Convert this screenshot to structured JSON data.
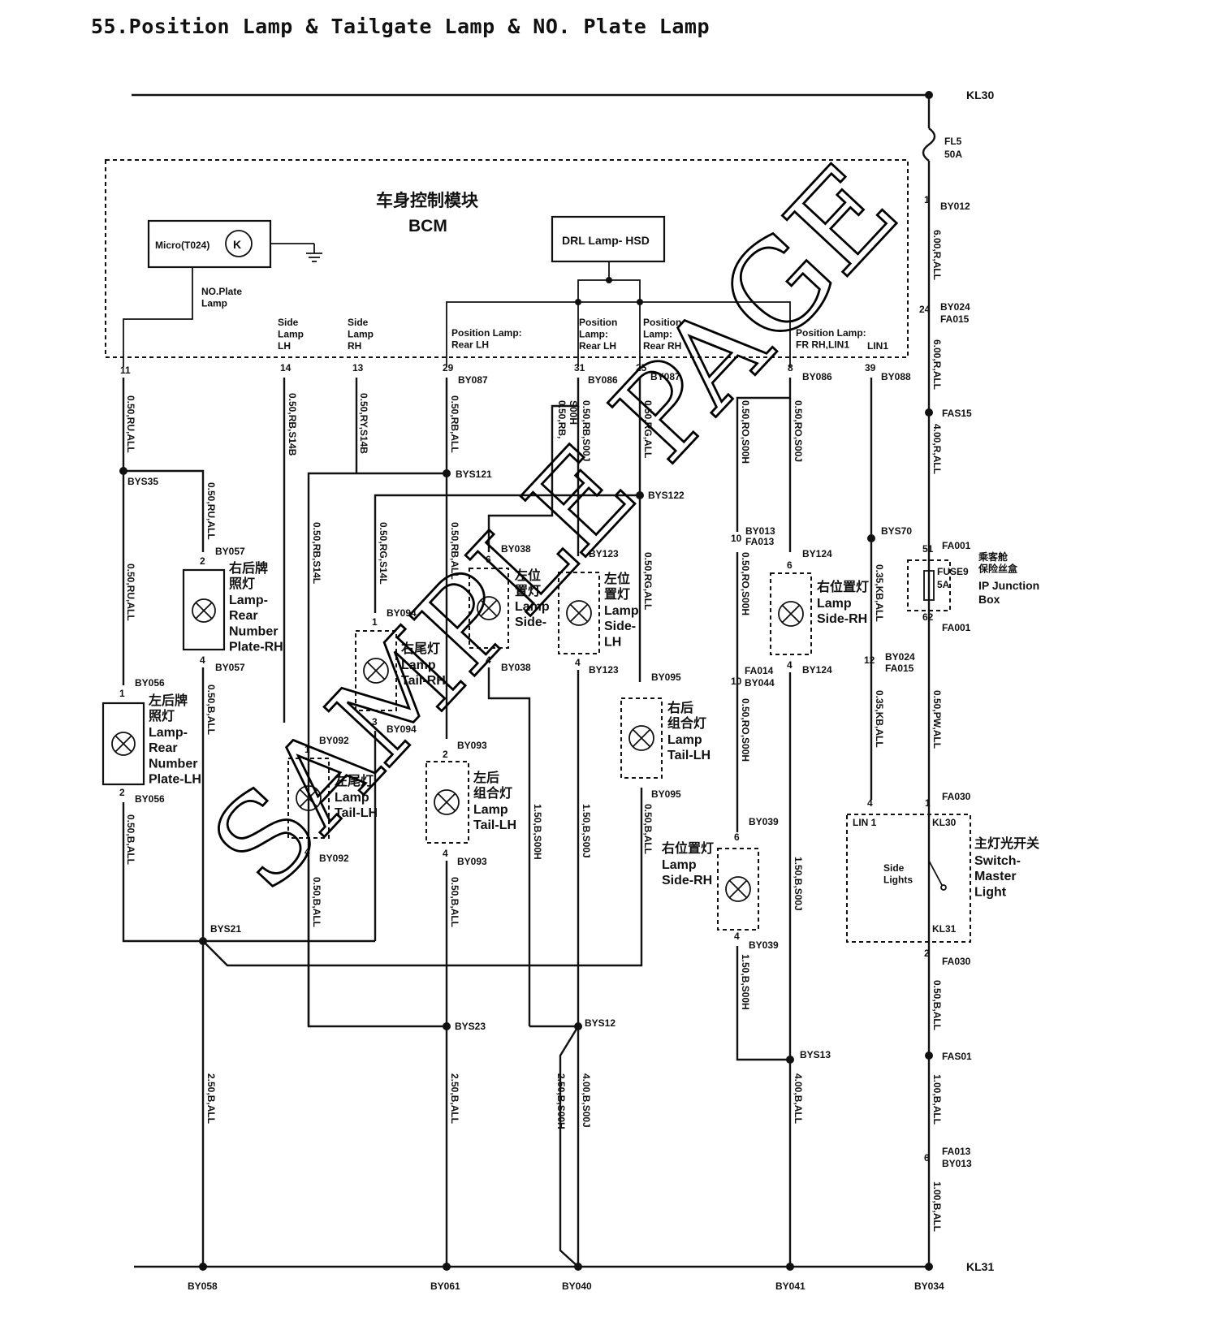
{
  "title": "55.Position Lamp & Tailgate Lamp & NO. Plate Lamp",
  "watermark": "SAMPLE PAGE",
  "rails": {
    "top": "KL30",
    "bottom": "KL31"
  },
  "fuse": {
    "id": "FL5",
    "rating": "50A"
  },
  "bcm": {
    "title_cn": "车身控制模块",
    "title_en": "BCM",
    "micro": "Micro(T024)",
    "micro_symbol": "K",
    "drl": "DRL Lamp- HSD"
  },
  "bcm_outputs": {
    "no_plate": "NO.Plate\nLamp",
    "side_lh": "Side\nLamp\nLH",
    "side_rh": "Side\nLamp\nRH",
    "pos_rear_lh": "Position Lamp:\nRear LH",
    "pos_lamp_rear_lh": "Position\nLamp:\nRear LH",
    "pos_lamp_rear_rh": "Position\nLamp:\nRear RH",
    "pos_fr_rh": "Position Lamp:\nFR RH,LIN1",
    "lin1": "LIN1"
  },
  "pins": [
    "11",
    "14",
    "13",
    "29",
    "31",
    "25",
    "8",
    "39",
    "1",
    "24",
    "51",
    "62",
    "12",
    "4",
    "1",
    "2",
    "6",
    "10",
    "10",
    "2",
    "4",
    "1",
    "2",
    "1",
    "3",
    "1",
    "4",
    "6",
    "4",
    "2",
    "4",
    "4",
    "6",
    "4",
    "6",
    "4"
  ],
  "connectors": [
    "BY012",
    "BY024",
    "FA015",
    "BY087",
    "BY086",
    "BY087",
    "BY086",
    "BY088",
    "FAS15",
    "FA001",
    "FA001",
    "BY024",
    "FA015",
    "FA030",
    "FA030",
    "FAS01",
    "FA013",
    "BY013",
    "FA013",
    "BY013",
    "FA014",
    "BY044",
    "BY057",
    "BY057",
    "BY056",
    "BY056",
    "BY094",
    "BY094",
    "BY092",
    "BY092",
    "BY093",
    "BY093",
    "BY038",
    "BY038",
    "BY123",
    "BY123",
    "BY124",
    "BY124",
    "BY095",
    "BY095",
    "BY039",
    "BY039"
  ],
  "splices": [
    "BYS35",
    "BYS121",
    "BYS122",
    "BYS70",
    "BYS21",
    "BYS23",
    "BYS12",
    "BYS13"
  ],
  "grounds": [
    "BY058",
    "BY061",
    "BY040",
    "BY041",
    "BY034"
  ],
  "wires": [
    "6.00,R,ALL",
    "6.00,R,ALL",
    "4.00,R,ALL",
    "0.35,KB,ALL",
    "0.35,KB,ALL",
    "0.50,PW,ALL",
    "0.50,B,ALL",
    "1.00,B,ALL",
    "1.00,B,ALL",
    "0.50,RU,ALL",
    "0.50,RU,ALL",
    "0.50,RU,ALL",
    "0.50,B,ALL",
    "0.50,B,ALL",
    "2.50,B,ALL",
    "0.50,RB,S14B",
    "0.50,RY,S14B",
    "0.50,RB,S14L",
    "0.50,RG,S14L",
    "0.50,B,ALL",
    "0.50,RB,ALL",
    "0.50,RB,ALL",
    "0.50,B,ALL",
    "2.50,B,ALL",
    "0.50,RB,\nS00H",
    "0.50,RB,S00J",
    "1.50,B,S00H",
    "1.50,B,S00J",
    "2.50,B,S00H",
    "4.00,B,S00J",
    "0.50,RG,ALL",
    "0.50,RG,ALL",
    "0.50,B,ALL",
    "0.50,RO,S00H",
    "0.50,RO,S00H",
    "0.50,RO,S00H",
    "1.50,B,S00H",
    "0.50,RO,S00J",
    "1.50,B,S00J",
    "4.00,B,ALL"
  ],
  "components": {
    "ip_fuse": {
      "cn": "乘客舱\n保险丝盒",
      "en": "IP Junction\nBox",
      "id": "FUSE9",
      "rating": "5A"
    },
    "switch": {
      "cn": "主灯光开关",
      "en": "Switch-\nMaster\nLight",
      "inner": "Side\nLights",
      "pin_lin": "LIN 1",
      "pin_kl30": "KL30",
      "pin_kl31": "KL31"
    },
    "plate_rh": {
      "cn": "右后牌\n照灯",
      "en": "Lamp-\nRear\nNumber\nPlate-RH"
    },
    "plate_lh": {
      "cn": "左后牌\n照灯",
      "en": "Lamp-\nRear\nNumber\nPlate-LH"
    },
    "tail_rh": {
      "cn": "右尾灯",
      "en": "Lamp\nTail-RH"
    },
    "tail_lh": {
      "cn": "左尾灯",
      "en": "Lamp\nTail-LH"
    },
    "comb_lh": {
      "cn": "左后\n组合灯",
      "en": "Lamp\nTail-LH"
    },
    "side_lh_1": {
      "cn": "左位\n置灯",
      "en": "Lamp\nSide-"
    },
    "side_lh_2": {
      "cn": "左位\n置灯",
      "en": "Lamp\nSide-\nLH"
    },
    "side_rh_1": {
      "cn": "右位置灯",
      "en": "Lamp\nSide-RH"
    },
    "comb_rh": {
      "cn": "右后\n组合灯",
      "en": "Lamp\nTail-LH"
    },
    "side_rh_2": {
      "cn": "右位置灯",
      "en": "Lamp\nSide-RH"
    }
  }
}
